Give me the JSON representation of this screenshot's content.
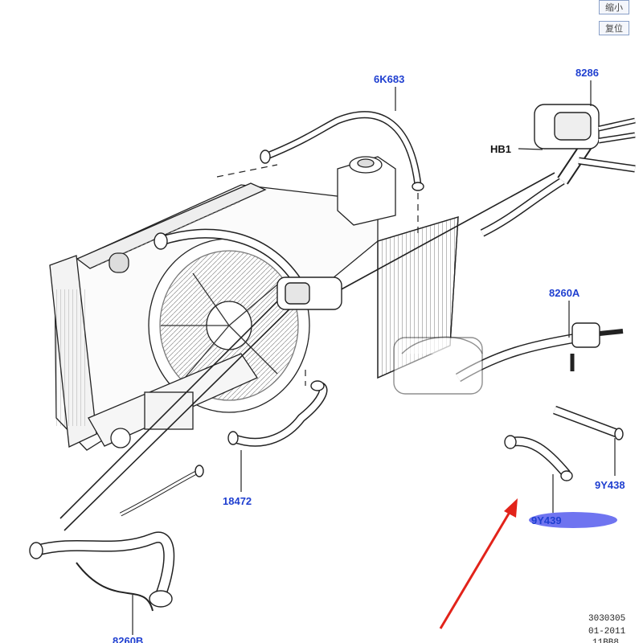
{
  "toolbar": {
    "zoom_out_label": "缩小",
    "reset_label": "复位"
  },
  "callouts": {
    "c_6K683": "6K683",
    "c_8286": "8286",
    "c_HB1": "HB1",
    "c_8260A": "8260A",
    "c_18472": "18472",
    "c_9Y438": "9Y438",
    "c_9Y439": "9Y439",
    "c_8260B": "8260B"
  },
  "footer": {
    "ref1": "3030305",
    "ref2": "01-2011",
    "ref3": "11BB8"
  },
  "colors": {
    "callout_text": "#1f3fd0",
    "highlight_ellipse": "#6f74f0",
    "arrow": "#e2231a",
    "line_art": "#222222"
  }
}
